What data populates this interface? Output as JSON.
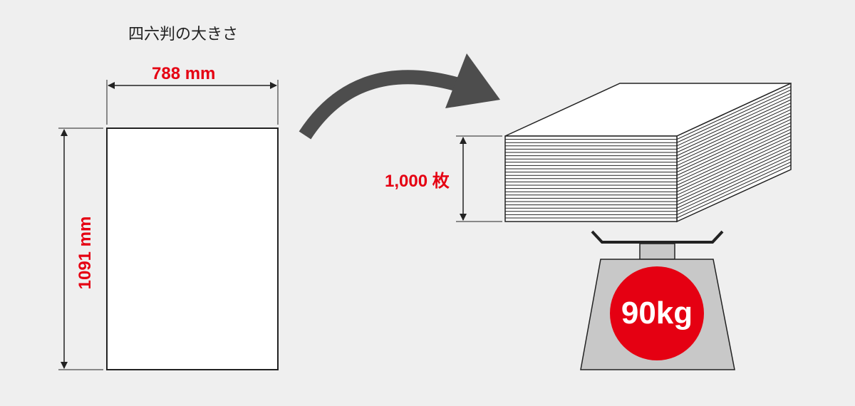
{
  "title": "四六判の大きさ",
  "width_label": "788 mm",
  "height_label": "1091 mm",
  "sheet_count_label": "1,000 枚",
  "weight_label": "90kg",
  "colors": {
    "accent": "#e50012",
    "background": "#efefef",
    "arrow": "#4d4d4d",
    "scale": "#c8c8c8"
  }
}
